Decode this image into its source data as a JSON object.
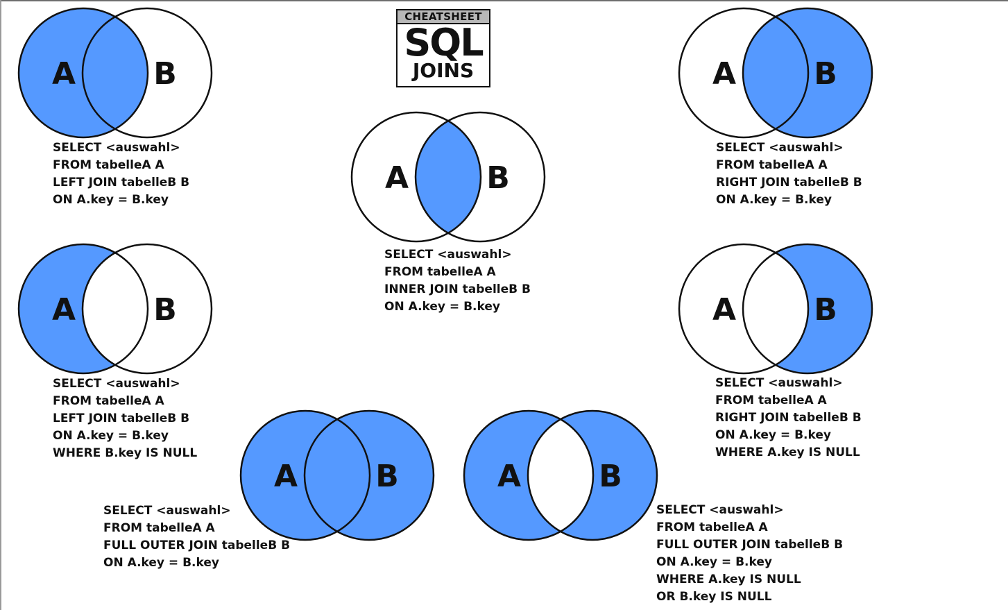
{
  "logo": {
    "band": "CHEATSHEET",
    "big": "SQL",
    "mid": "JOINS"
  },
  "colors": {
    "fill": "#5599ff",
    "outline": "#111111",
    "background": "#ffffff"
  },
  "joins": [
    {
      "name": "left-join",
      "fill": "A",
      "labels": [
        "A",
        "B"
      ],
      "code": [
        "SELECT <auswahl>",
        "FROM tabelleA A",
        "LEFT JOIN tabelleB B",
        "ON A.key = B.key"
      ]
    },
    {
      "name": "inner-join",
      "fill": "AB",
      "labels": [
        "A",
        "B"
      ],
      "code": [
        "SELECT <auswahl>",
        "FROM tabelleA A",
        "INNER JOIN tabelleB B",
        "ON A.key = B.key"
      ]
    },
    {
      "name": "right-join",
      "fill": "B",
      "labels": [
        "A",
        "B"
      ],
      "code": [
        "SELECT <auswahl>",
        "FROM tabelleA A",
        "RIGHT JOIN tabelleB B",
        "ON A.key = B.key"
      ]
    },
    {
      "name": "left-excluding-join",
      "fill": "A-B",
      "labels": [
        "A",
        "B"
      ],
      "code": [
        "SELECT <auswahl>",
        "FROM tabelleA A",
        "LEFT JOIN tabelleB B",
        "ON A.key = B.key",
        "WHERE B.key IS NULL"
      ]
    },
    {
      "name": "right-excluding-join",
      "fill": "B-A",
      "labels": [
        "A",
        "B"
      ],
      "code": [
        "SELECT <auswahl>",
        "FROM tabelleA A",
        "RIGHT JOIN tabelleB B",
        "ON A.key = B.key",
        "WHERE A.key IS NULL"
      ]
    },
    {
      "name": "full-outer-join",
      "fill": "AUB",
      "labels": [
        "A",
        "B"
      ],
      "code": [
        "SELECT <auswahl>",
        "FROM tabelleA A",
        "FULL OUTER JOIN tabelleB B",
        "ON A.key = B.key"
      ]
    },
    {
      "name": "full-outer-excluding-join",
      "fill": "AXB",
      "labels": [
        "A",
        "B"
      ],
      "code": [
        "SELECT <auswahl>",
        "FROM tabelleA A",
        "FULL OUTER JOIN tabelleB B",
        "ON A.key = B.key",
        "WHERE A.key IS NULL",
        "OR B.key IS NULL"
      ]
    }
  ]
}
